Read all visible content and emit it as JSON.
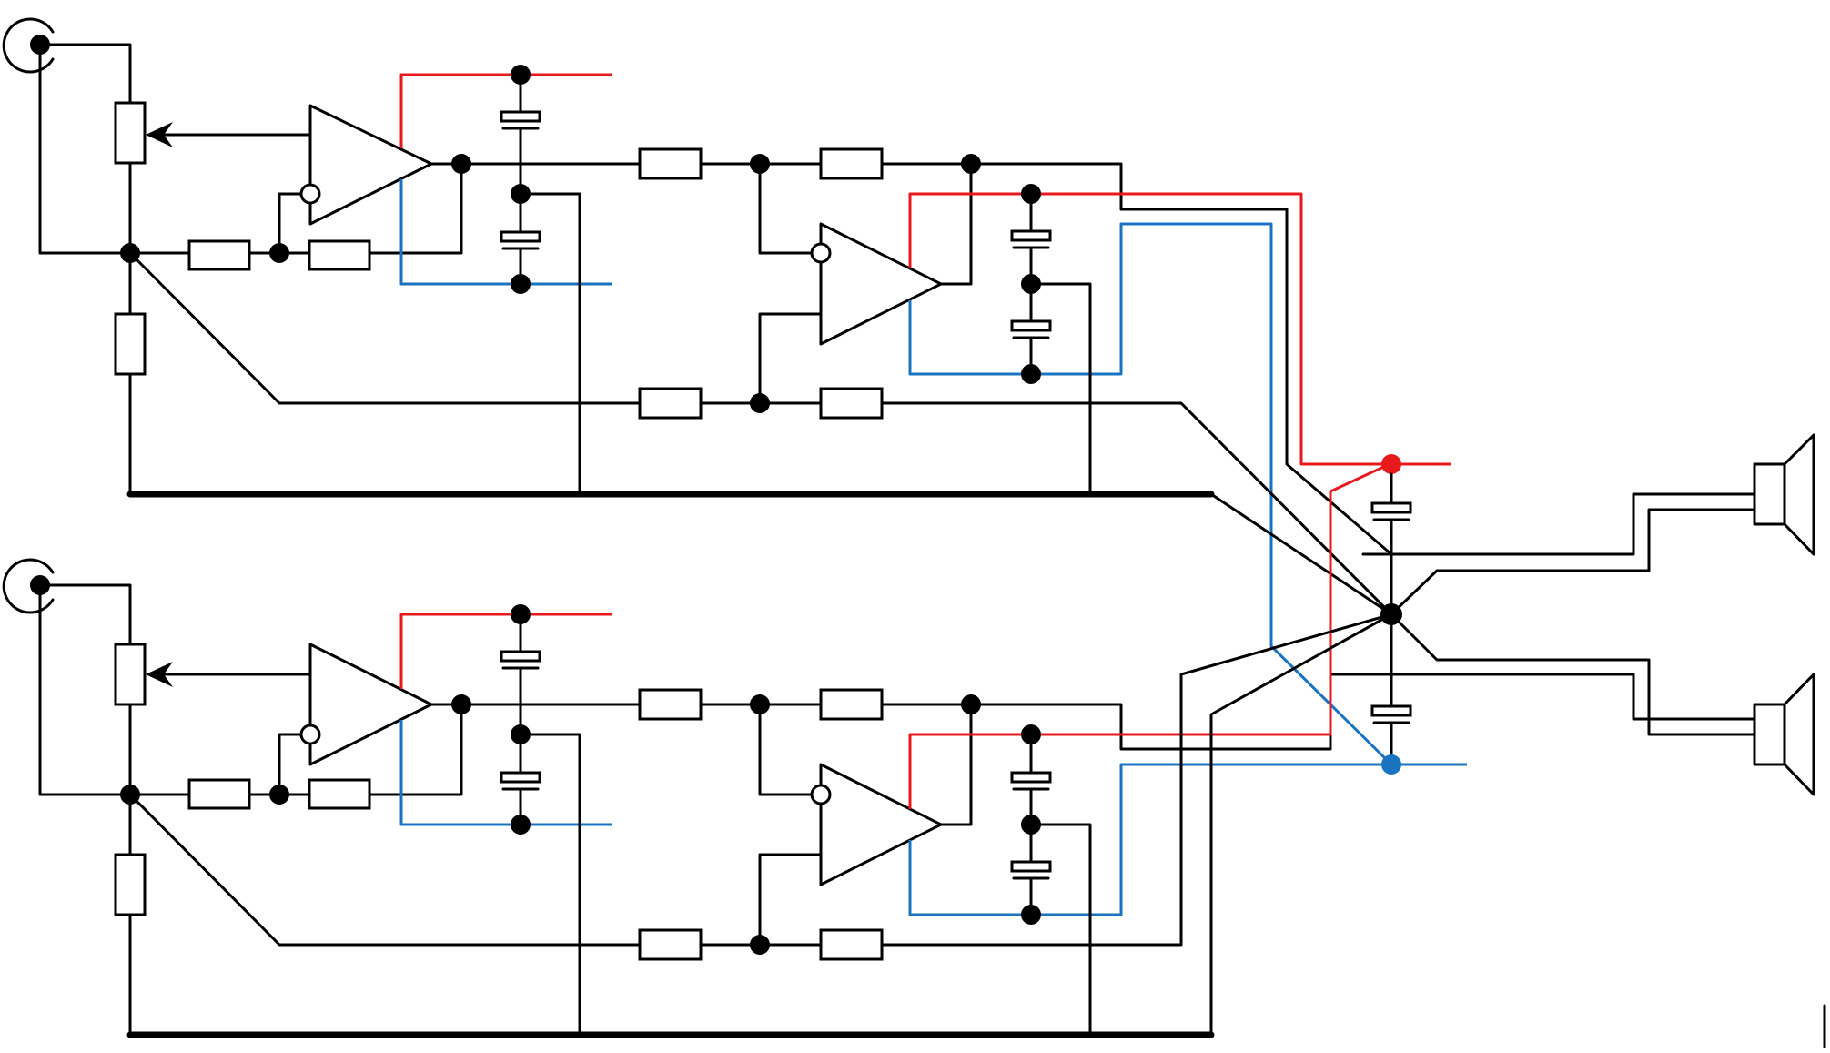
{
  "diagram": {
    "type": "schematic",
    "channels": 2,
    "colors": {
      "wire": "#000000",
      "positive_rail": "#e8191d",
      "negative_rail": "#1a73c0",
      "background": "#ffffff"
    },
    "components": {
      "input_jacks": 2,
      "potentiometers": 2,
      "op_amps": 4,
      "resistors": 16,
      "electrolytic_capacitors": 10,
      "speakers": 2
    }
  }
}
